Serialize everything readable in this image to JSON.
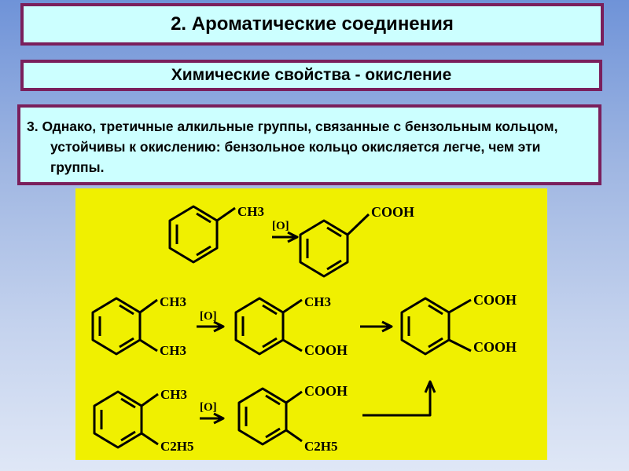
{
  "slide": {
    "title": "2. Ароматические соединения",
    "subtitle": "Химические свойства - окисление",
    "text": "3. Однако, третичные алкильные группы, связанные с бензольным кольцом, устойчивы к окислению: бензольное кольцо окисляется легче, чем эти группы."
  },
  "scheme": {
    "oxidant": "[O]",
    "labels": {
      "methyl": "CH3",
      "carboxyl": "COOH",
      "ethyl": "C2H5"
    }
  },
  "colors": {
    "box_fill": "#ccffff",
    "box_border": "#7a1f5c",
    "scheme_background": "#f0f000"
  }
}
